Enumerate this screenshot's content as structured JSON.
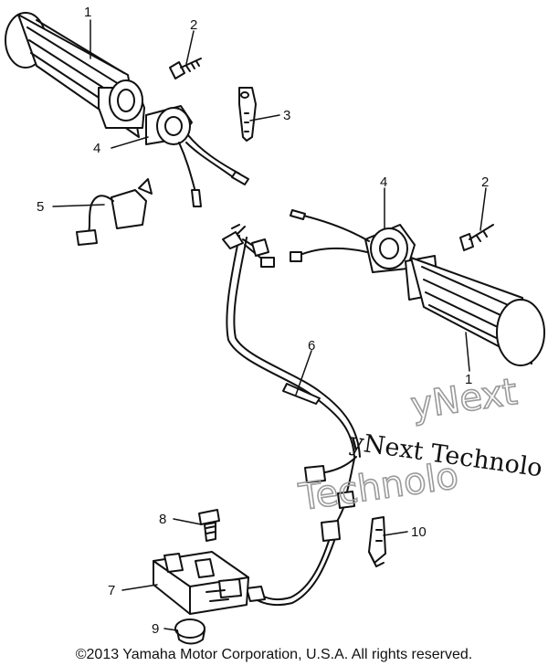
{
  "diagram": {
    "callouts": {
      "c1_top": "1",
      "c2_top": "2",
      "c3": "3",
      "c4_left": "4",
      "c5": "5",
      "c4_right": "4",
      "c2_right": "2",
      "c6": "6",
      "c1_right": "1",
      "c8": "8",
      "c10": "10",
      "c7": "7",
      "c9": "9"
    },
    "watermark": {
      "line1": "yNext",
      "line2": "yNext Technolo",
      "line3": "Technolo"
    }
  },
  "footer": {
    "copyright": "©2013 Yamaha Motor Corporation, U.S.A. All rights reserved."
  }
}
